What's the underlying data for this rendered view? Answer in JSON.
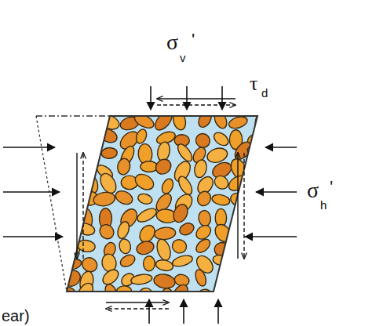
{
  "diagram": {
    "labels": [
      "σ",
      "v",
      "'",
      "τ",
      "d",
      "σ",
      "h",
      "'",
      "ear)"
    ]
  }
}
